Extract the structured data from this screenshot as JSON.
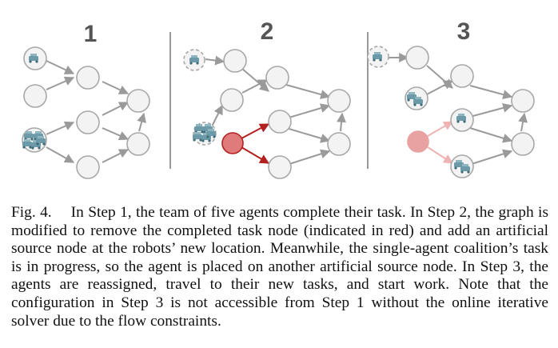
{
  "figure": {
    "panels": [
      {
        "step": "1"
      },
      {
        "step": "2"
      },
      {
        "step": "3"
      }
    ],
    "colors": {
      "node_fill": "#f3f3f3",
      "node_stroke": "#a8a8a8",
      "edge": "#9a9a9a",
      "completed_task": "#e07b7b",
      "completed_task_edge": "#b32020",
      "pale_task": "#e8a2a2",
      "pale_edge": "#efb3b3",
      "robot": "#6c9aa8"
    }
  },
  "caption": {
    "label": "Fig. 4.",
    "text": "In Step 1, the team of five agents complete their task. In Step 2, the graph is modified to remove the completed task node (indicated in red) and add an artificial source node at the robots’ new location. Meanwhile, the single-agent coalition’s task is in progress, so the agent is placed on another artificial source node. In Step 3, the agents are reassigned, travel to their new tasks, and start work. Note that the configuration in Step 3 is not accessible from Step 1 without the online iterative solver due to the flow constraints."
  }
}
